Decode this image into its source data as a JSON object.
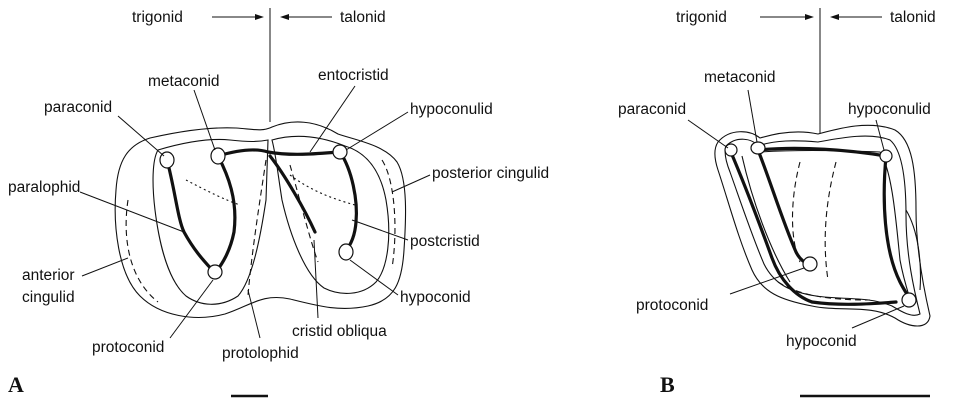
{
  "figure": {
    "panel_a": {
      "letter": "A",
      "labels": {
        "trigonid": "trigonid",
        "talonid": "talonid",
        "metaconid": "metaconid",
        "entocristid": "entocristid",
        "paraconid": "paraconid",
        "hypoconulid": "hypoconulid",
        "posterior_cingulid": "posterior cingulid",
        "paralophid": "paralophid",
        "postcristid": "postcristid",
        "anterior_cingulid_1": "anterior",
        "anterior_cingulid_2": "cingulid",
        "hypoconid": "hypoconid",
        "cristid_obliqua": "cristid obliqua",
        "protoconid": "protoconid",
        "protolophid": "protolophid"
      }
    },
    "panel_b": {
      "letter": "B",
      "labels": {
        "trigonid": "trigonid",
        "talonid": "talonid",
        "metaconid": "metaconid",
        "paraconid": "paraconid",
        "hypoconulid": "hypoconulid",
        "protoconid": "protoconid",
        "hypoconid": "hypoconid"
      }
    }
  }
}
